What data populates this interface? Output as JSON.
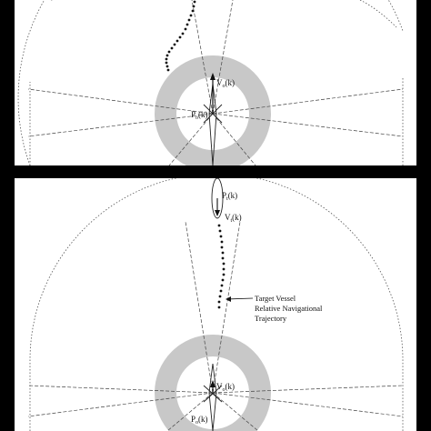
{
  "top_panel": {
    "velocity_label": "V",
    "velocity_sub": "o",
    "velocity_arg": "(k)",
    "position_label": "P",
    "position_sub": "o",
    "position_arg": "(k)"
  },
  "bottom_panel": {
    "target_position_label": "P",
    "target_position_sub": "t",
    "target_position_arg": "(k)",
    "target_velocity_label": "V",
    "target_velocity_sub": "t",
    "target_velocity_arg": "(k)",
    "velocity_label": "V",
    "velocity_sub": "o",
    "velocity_arg": "(k)",
    "position_label": "P",
    "position_sub": "o",
    "position_arg": "(k)",
    "trajectory_label_line1": "Target Vessel",
    "trajectory_label_line2": "Relative Navigational",
    "trajectory_label_line3": "Trajectory"
  },
  "colors": {
    "background": "#000000",
    "panel": "#ffffff",
    "ring": "#c8c8c8",
    "lines": "#333333"
  }
}
